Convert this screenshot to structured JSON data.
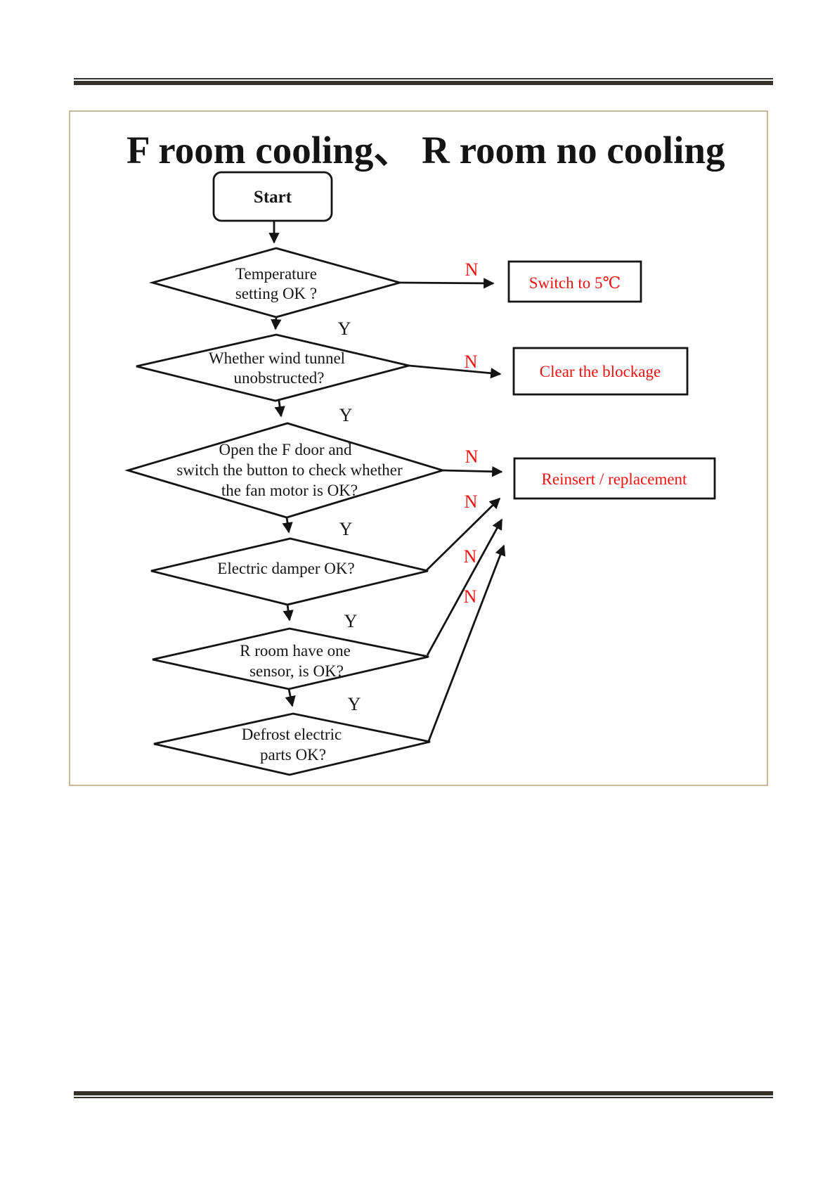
{
  "page": {
    "title": "F room cooling、 R room no cooling"
  },
  "flow": {
    "start": "Start",
    "yes": "Y",
    "no": "N",
    "decisions": {
      "d1": {
        "lines": [
          "Temperature",
          "setting OK ?"
        ]
      },
      "d2": {
        "lines": [
          "Whether wind tunnel",
          "unobstructed?"
        ]
      },
      "d3": {
        "lines": [
          "Open the F door and",
          "switch the button to check whether",
          "the fan motor is OK?"
        ]
      },
      "d4": {
        "lines": [
          "Electric damper OK?"
        ]
      },
      "d5": {
        "lines": [
          "R room have one",
          "sensor, is OK?"
        ]
      },
      "d6": {
        "lines": [
          "Defrost electric",
          "parts OK?"
        ]
      }
    },
    "actions": {
      "a1": "Switch to 5℃",
      "a2": "Clear the blockage",
      "a3": "Reinsert / replacement"
    },
    "colors": {
      "action_text": "#ee1111",
      "no_label": "#ee1111",
      "frame_border": "#c7b998",
      "rule_bar": "#37312b",
      "line": "#141414"
    }
  }
}
